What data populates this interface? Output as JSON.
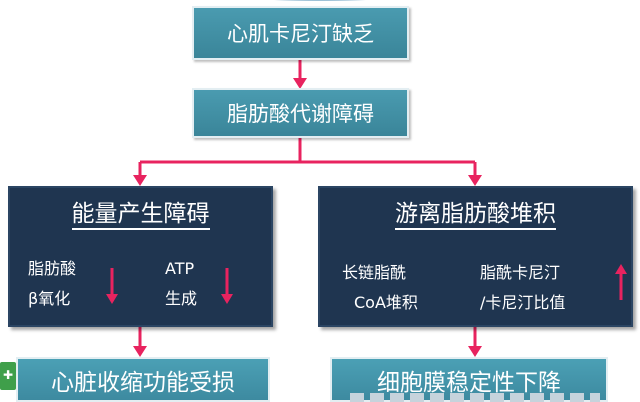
{
  "nodes": {
    "top": "心肌卡尼汀缺乏",
    "second": "脂肪酸代谢障碍",
    "left": {
      "title": "能量产生障碍",
      "col1": [
        "脂肪酸",
        "β氧化"
      ],
      "col2": [
        "ATP",
        "生成"
      ],
      "trend": "down"
    },
    "right": {
      "title": "游离脂肪酸堆积",
      "col1": [
        "长链脂酰",
        "CoA堆积"
      ],
      "col2": [
        "脂酰卡尼汀",
        "/卡尼汀比值"
      ],
      "trend": "up"
    },
    "bottom_left": "心脏收缩功能受损",
    "bottom_right": "细胞膜稳定性下降"
  },
  "colors": {
    "arrow": "#e8235f",
    "teal_box": "#3f8ea3",
    "navy_box": "#1f3550",
    "text": "#ffffff"
  },
  "icons": {
    "down_arrow": "arrow-down-icon",
    "up_arrow": "arrow-up-icon"
  }
}
